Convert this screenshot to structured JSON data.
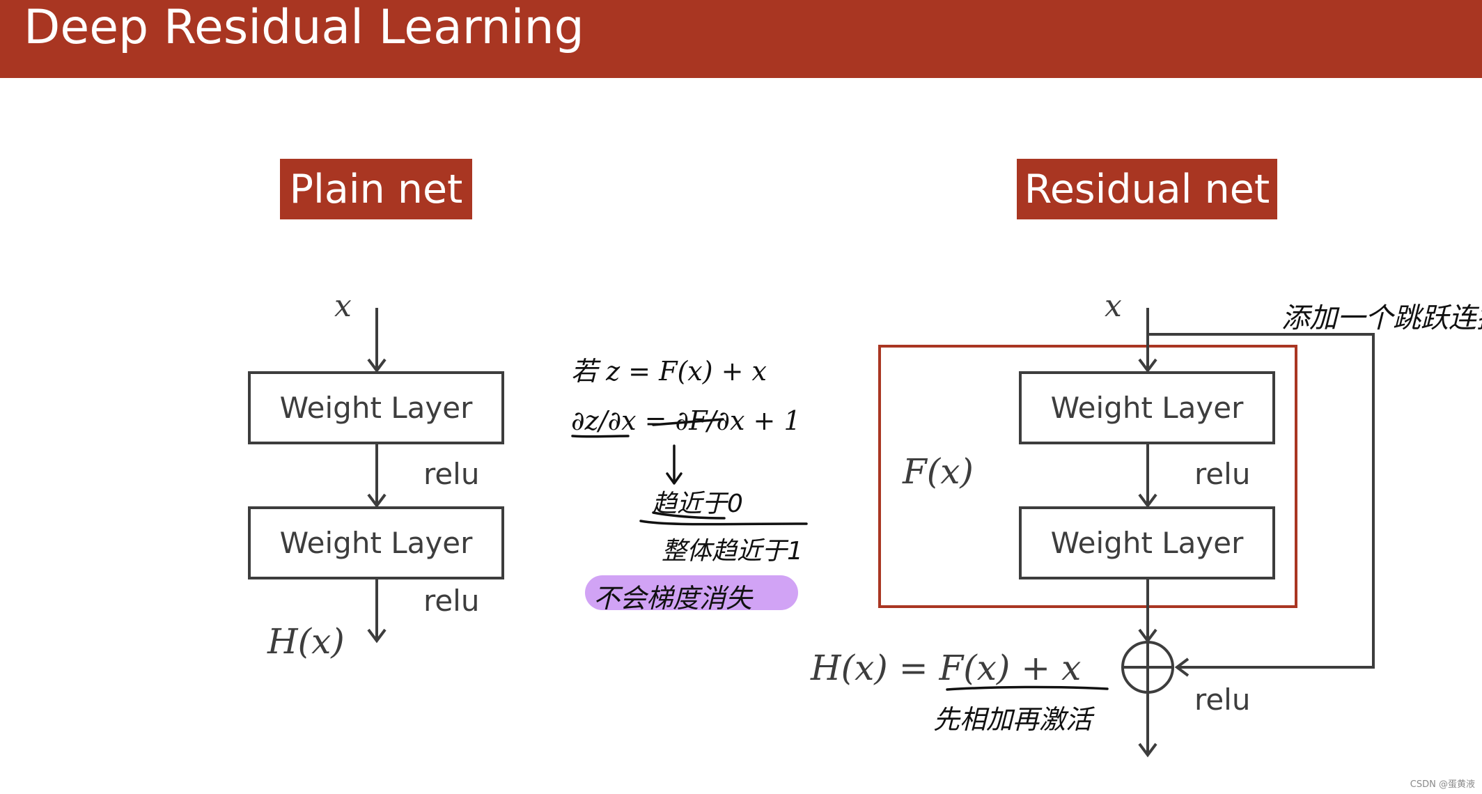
{
  "slide": {
    "title": "Deep Residual Learning"
  },
  "plain_net": {
    "label": "Plain net",
    "input": "x",
    "layer1": "Weight Layer",
    "relu1": "relu",
    "layer2": "Weight Layer",
    "relu2": "relu",
    "output": "H(x)"
  },
  "residual_net": {
    "label": "Residual net",
    "input": "x",
    "block_label": "F(x)",
    "layer1": "Weight Layer",
    "relu1": "relu",
    "layer2": "Weight Layer",
    "equation": "H(x) = F(x) + x",
    "relu_out": "relu"
  },
  "handwritten_notes": {
    "skip_note": "添加一个跳跃连接",
    "formula_line1": "若 z = F(x) + x",
    "formula_line2": "∂z/∂x = ∂F/∂x + 1",
    "arrow_note": "趋近于0",
    "sum_note": "整体趋近于1",
    "highlight_note": "不会梯度消失",
    "equation_note": "先相加再激活"
  },
  "watermark": "CSDN @蛋黄液",
  "colors": {
    "accent": "#a93622",
    "line": "#3d3d3d",
    "highlight": "#d1a3f5"
  }
}
